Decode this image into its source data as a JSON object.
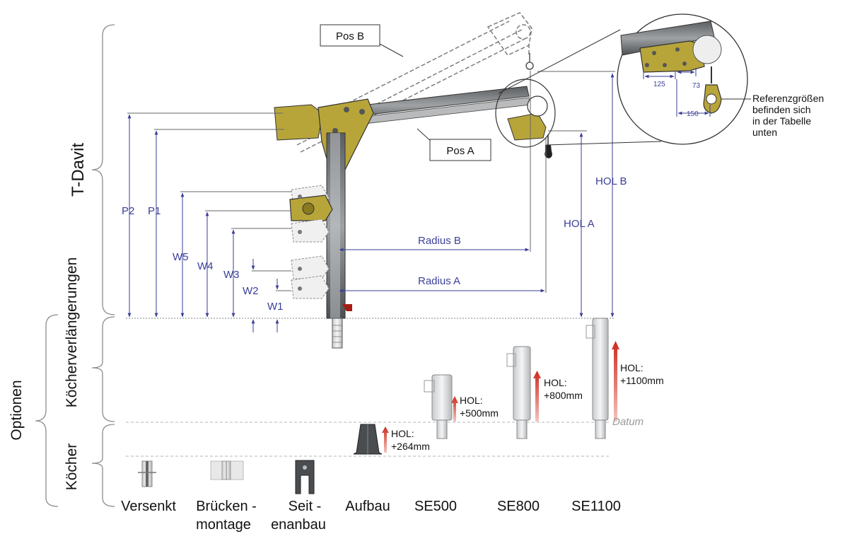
{
  "sections": {
    "t_davit": "T-Davit",
    "koecherverlaengerungen": "Köcherverlängerungen",
    "koecher": "Köcher",
    "optionen": "Optionen"
  },
  "callouts": {
    "pos_b": "Pos B",
    "pos_a": "Pos A",
    "reference_line1": "Referenzgrößen",
    "reference_line2": "befinden sich",
    "reference_line3": "in der Tabelle",
    "reference_line4": "unten"
  },
  "dimensions": {
    "p2": "P2",
    "p1": "P1",
    "w5": "W5",
    "w4": "W4",
    "w3": "W3",
    "w2": "W2",
    "w1": "W1",
    "radius_b": "Radius B",
    "radius_a": "Radius A",
    "hol_a": "HOL A",
    "hol_b": "HOL B",
    "detail_125": "125",
    "detail_73": "73",
    "detail_150": "150"
  },
  "options": {
    "aufbau_hol_label": "HOL:",
    "aufbau_hol_value": "+264mm",
    "se500_hol_label": "HOL:",
    "se500_hol_value": "+500mm",
    "se800_hol_label": "HOL:",
    "se800_hol_value": "+800mm",
    "se1100_hol_label": "HOL:",
    "se1100_hol_value": "+1100mm",
    "datum": "Datum"
  },
  "bottom_labels": {
    "versenkt": "Versenkt",
    "bruecken_line1": "Brücken -",
    "bruecken_line2": "montage",
    "seit_line1": "Seit -",
    "seit_line2": "enanbau",
    "aufbau": "Aufbau",
    "se500": "SE500",
    "se800": "SE800",
    "se1100": "SE1100"
  },
  "colors": {
    "dimension_blue": "#3a3f97",
    "davit_yellow": "#b8a53a",
    "steel_grey": "#8a8d90",
    "arrow_red": "#cc2a1e"
  }
}
